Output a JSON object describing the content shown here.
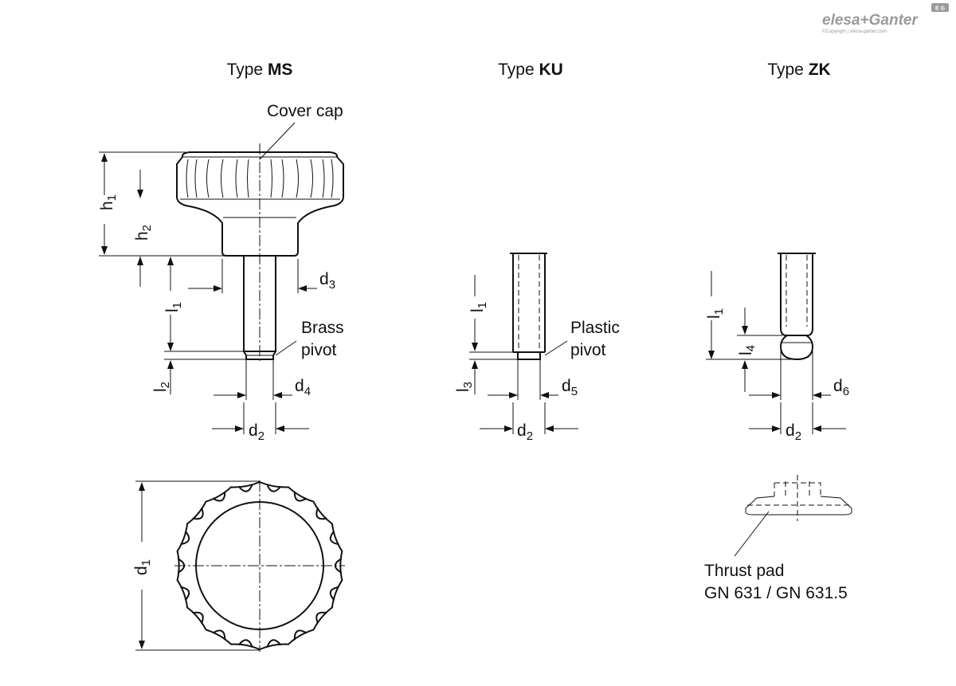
{
  "brand": {
    "logo": "elesa+Ganter",
    "copyright": "©Copyright | elesa-ganter.com",
    "badge": "E G"
  },
  "types": [
    {
      "prefix": "Type ",
      "code": "MS"
    },
    {
      "prefix": "Type ",
      "code": "KU"
    },
    {
      "prefix": "Type ",
      "code": "ZK"
    }
  ],
  "callouts": {
    "cover_cap": "Cover cap",
    "brass": "Brass",
    "brass_pivot": "pivot",
    "plastic": "Plastic",
    "plastic_pivot": "pivot",
    "thrust_pad": "Thrust pad",
    "thrust_pad_spec": "GN 631 / GN 631.5"
  },
  "dims": {
    "d": "d",
    "h": "h",
    "l": "l",
    "d1": "1",
    "d2": "2",
    "d3": "3",
    "d4": "4",
    "d5": "5",
    "d6": "6",
    "h1": "1",
    "h2": "2",
    "l1": "1",
    "l2": "2",
    "l3": "3",
    "l4": "4"
  }
}
